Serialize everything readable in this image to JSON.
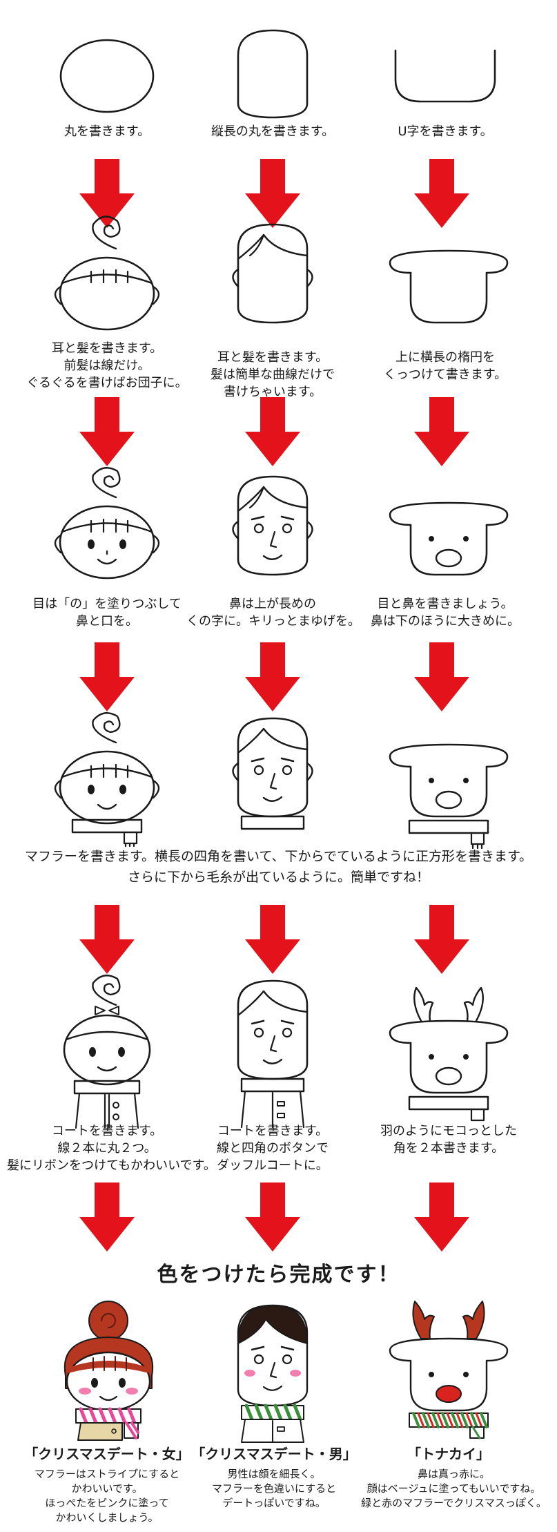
{
  "colors": {
    "arrow": "#e3121b",
    "ink": "#1a1a1a",
    "hair_red": "#b5371f",
    "scarf_pink": "#e8479a",
    "scarf_green": "#3a8f3b",
    "reindeer_red": "#d8231f",
    "cheek_pink": "#f07fb0",
    "coat_beige": "#e8d7a6"
  },
  "rows": [
    {
      "captions": [
        [
          "丸を書きます。"
        ],
        [
          "縦長の丸を書きます。"
        ],
        [
          "U字を書きます。"
        ]
      ]
    },
    {
      "captions": [
        [
          "耳と髪を書きます。",
          "前髪は線だけ。",
          "ぐるぐるを書けばお団子に。"
        ],
        [
          "耳と髪を書きます。",
          "髪は簡単な曲線だけで",
          "書けちゃいます。"
        ],
        [
          "上に横長の楕円を",
          "くっつけて書きます。"
        ]
      ]
    },
    {
      "captions": [
        [
          "目は「の」を塗りつぶして",
          "鼻と口を。"
        ],
        [
          "鼻は上が長めの",
          "くの字に。キリっとまゆげを。"
        ],
        [
          "目と鼻を書きましょう。",
          "鼻は下のほうに大きめに。"
        ]
      ]
    },
    {
      "wide": [
        "マフラーを書きます。横長の四角を書いて、下からでているように正方形を書きます。",
        "さらに下から毛糸が出ているように。簡単ですね！"
      ]
    },
    {
      "captions": [
        [
          "コートを書きます。",
          "線２本に丸２つ。",
          "髪にリボンをつけてもかわいいです。"
        ],
        [
          "コートを書きます。",
          "線と四角のボタンで",
          "ダッフルコートに。"
        ],
        [
          "羽のようにモコっとした",
          "角を２本書きます。"
        ]
      ]
    }
  ],
  "final": {
    "title": "色をつけたら完成です！",
    "items": [
      {
        "name": "「クリスマスデート・女」",
        "desc": [
          "マフラーはストライプにすると",
          "かわいいです。",
          "ほっぺたをピンクに塗って",
          "かわいくしましょう。"
        ]
      },
      {
        "name": "「クリスマスデート・男」",
        "desc": [
          "男性は顔を細長く。",
          "マフラーを色違いにすると",
          "デートっぽいですね。"
        ]
      },
      {
        "name": "「トナカイ」",
        "desc": [
          "鼻は真っ赤に。",
          "顔はベージュに塗ってもいいですね。",
          "緑と赤のマフラーでクリスマスっぽく。"
        ]
      }
    ]
  }
}
